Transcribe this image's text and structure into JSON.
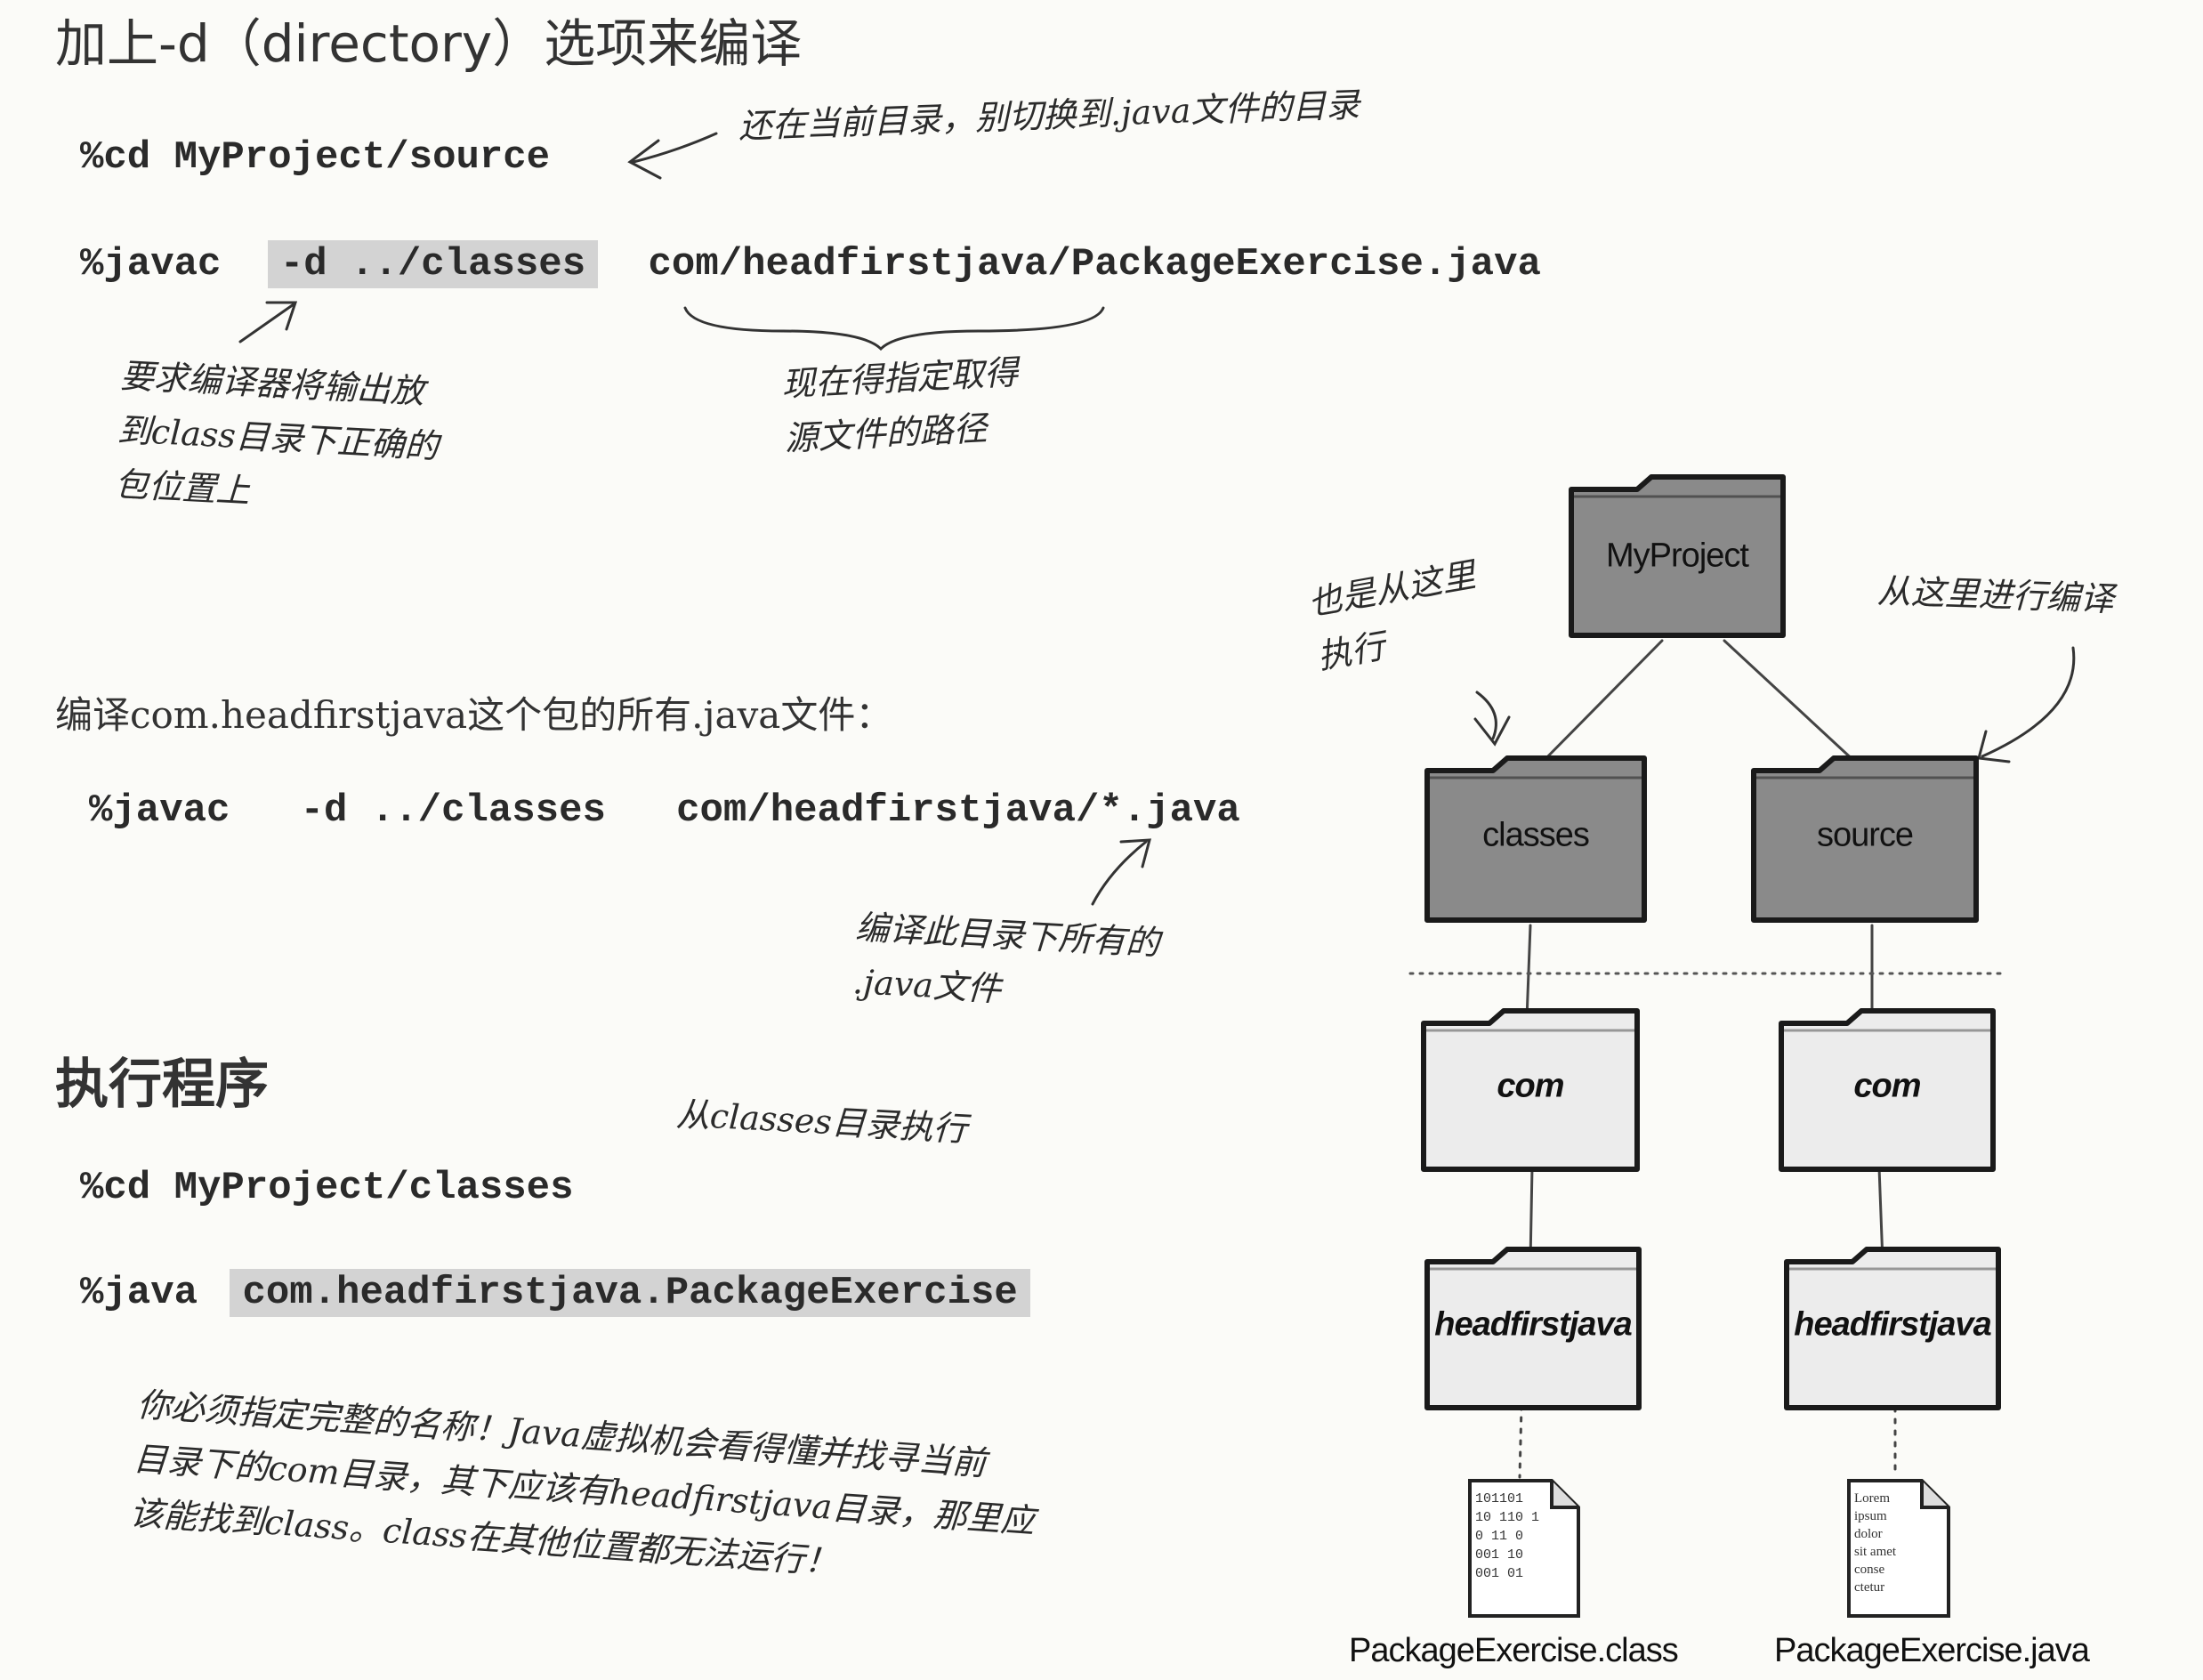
{
  "section1": {
    "heading": "加上-d（directory）选项来编译",
    "cmd_cd": "%cd MyProject/source",
    "note_cd": "还在当前目录，别切换到.java文件的目录",
    "cmd_javac_prefix": "%javac",
    "cmd_javac_flag": "-d ../classes",
    "cmd_javac_path": "com/headfirstjava/PackageExercise.java",
    "note_flag": [
      "要求编译器将输出放",
      "到class目录下正确的",
      "包位置上"
    ],
    "note_path": [
      "现在得指定取得",
      "源文件的路径"
    ]
  },
  "section2": {
    "intro": "编译com.headfirstjava这个包的所有.java文件：",
    "cmd": "%javac   -d ../classes   com/headfirstjava/*.java",
    "note": [
      "编译此目录下所有的",
      ".java文件"
    ]
  },
  "section3": {
    "heading": "执行程序",
    "note_classes": "从classes目录执行",
    "cmd_cd": "%cd MyProject/classes",
    "cmd_java_prefix": "%java",
    "cmd_java_class": "com.headfirstjava.PackageExercise",
    "note": [
      "你必须指定完整的名称！Java虚拟机会看得懂并找寻当前",
      "目录下的com目录，其下应该有headfirstjava目录，那里应",
      "该能找到class。class在其他位置都无法运行！"
    ]
  },
  "diagram": {
    "root": "MyProject",
    "left": {
      "folders": [
        "classes",
        "com",
        "headfirstjava"
      ],
      "file": "PackageExercise.class",
      "file_lines": [
        "101101",
        "10 110 1",
        "0 11 0",
        "001 10",
        "001 01"
      ]
    },
    "right": {
      "folders": [
        "source",
        "com",
        "headfirstjava"
      ],
      "file": "PackageExercise.java",
      "file_lines": [
        "Lorem",
        "ipsum",
        "dolor",
        "sit amet",
        "conse",
        "ctetur"
      ]
    },
    "note_left": [
      "也是从这里",
      "执行"
    ],
    "note_right": "从这里进行编译"
  },
  "colors": {
    "folder_dark": "#8a8a8a",
    "folder_light": "#ececec",
    "highlight": "#d3d3d3"
  }
}
